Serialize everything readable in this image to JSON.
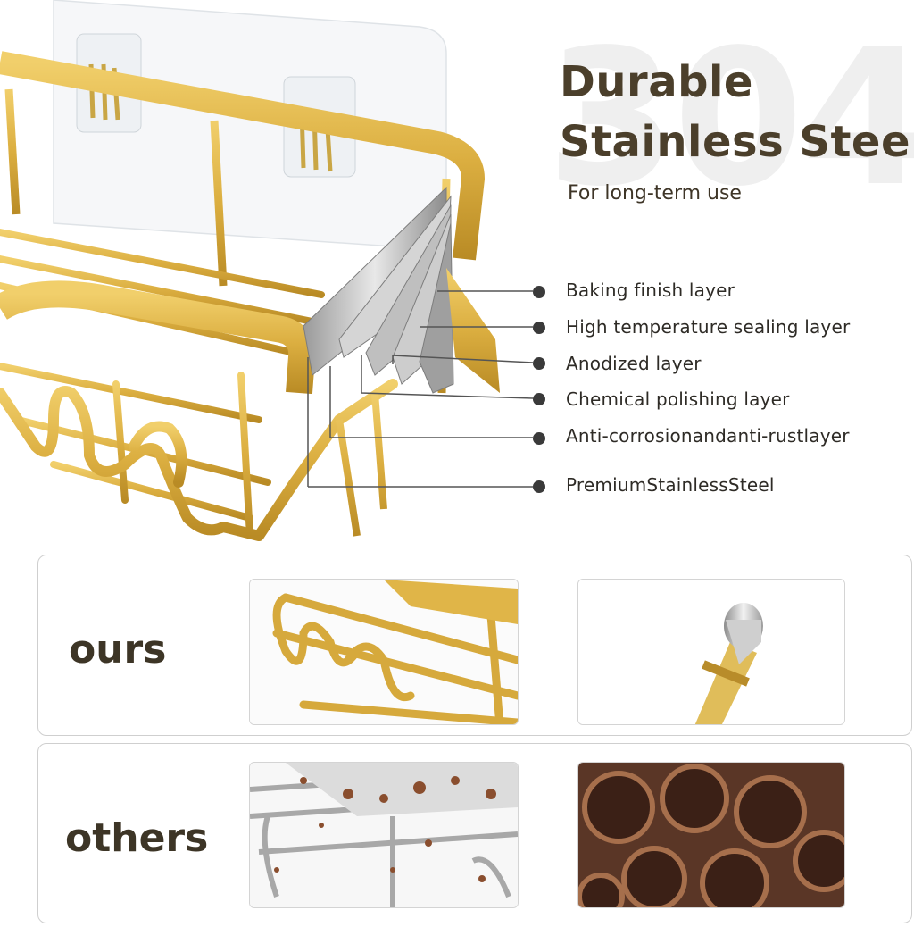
{
  "watermark": "304",
  "heading": {
    "line1": "Durable",
    "line2": "Stainless Steel",
    "subtitle": "For long-term use"
  },
  "layers": [
    "Baking finish layer",
    "High temperature sealing layer",
    "Anodized layer",
    "Chemical polishing layer",
    "Anti-corrosionandanti-rustlayer",
    "PremiumStainlessSteel"
  ],
  "comparison": {
    "ours_label": "ours",
    "others_label": "others"
  },
  "colors": {
    "gold": "#d9ad3c",
    "heading": "#4b3f2b",
    "rust": "#8a4e2e",
    "watermark": "#efefef"
  }
}
